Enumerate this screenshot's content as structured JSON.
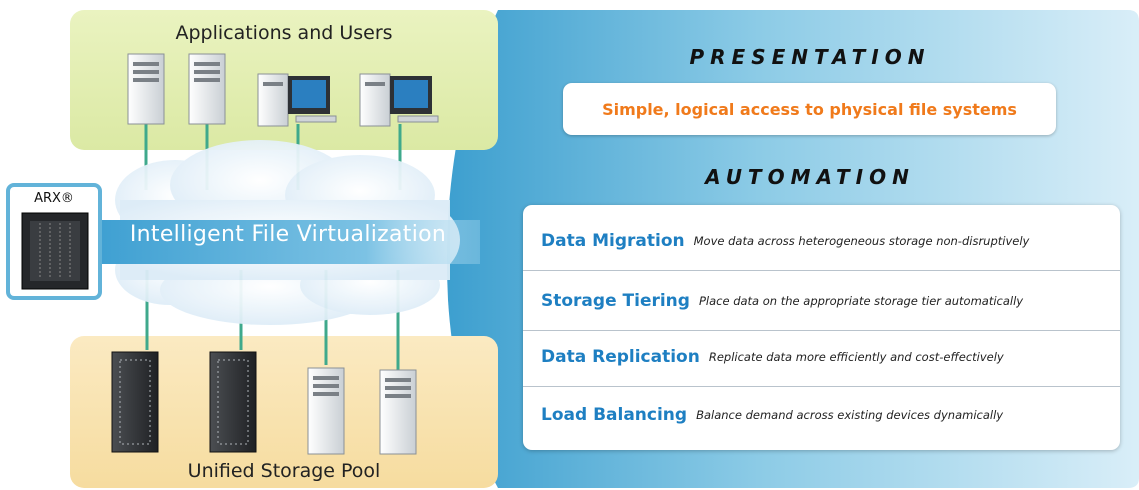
{
  "diagram": {
    "top_panel": {
      "title": "Applications and Users"
    },
    "bottom_panel": {
      "title": "Unified Storage Pool"
    },
    "cloud": {
      "label": "Intelligent File Virtualization"
    },
    "arx": {
      "label": "ARX®"
    },
    "presentation": {
      "heading": "PRESENTATION",
      "text": "Simple, logical access to physical file systems"
    },
    "automation": {
      "heading": "AUTOMATION",
      "items": [
        {
          "name": "Data Migration",
          "description": "Move data across heterogeneous storage non-disruptively"
        },
        {
          "name": "Storage Tiering",
          "description": "Place data on the appropriate storage tier automatically"
        },
        {
          "name": "Data Replication",
          "description": "Replicate data more efficiently and cost-effectively"
        },
        {
          "name": "Load Balancing",
          "description": "Balance demand across existing devices dynamically"
        }
      ]
    },
    "colors": {
      "accent_blue": "#1e7fc2",
      "accent_orange": "#f07a1b",
      "connector_green": "#3fa98c"
    }
  }
}
